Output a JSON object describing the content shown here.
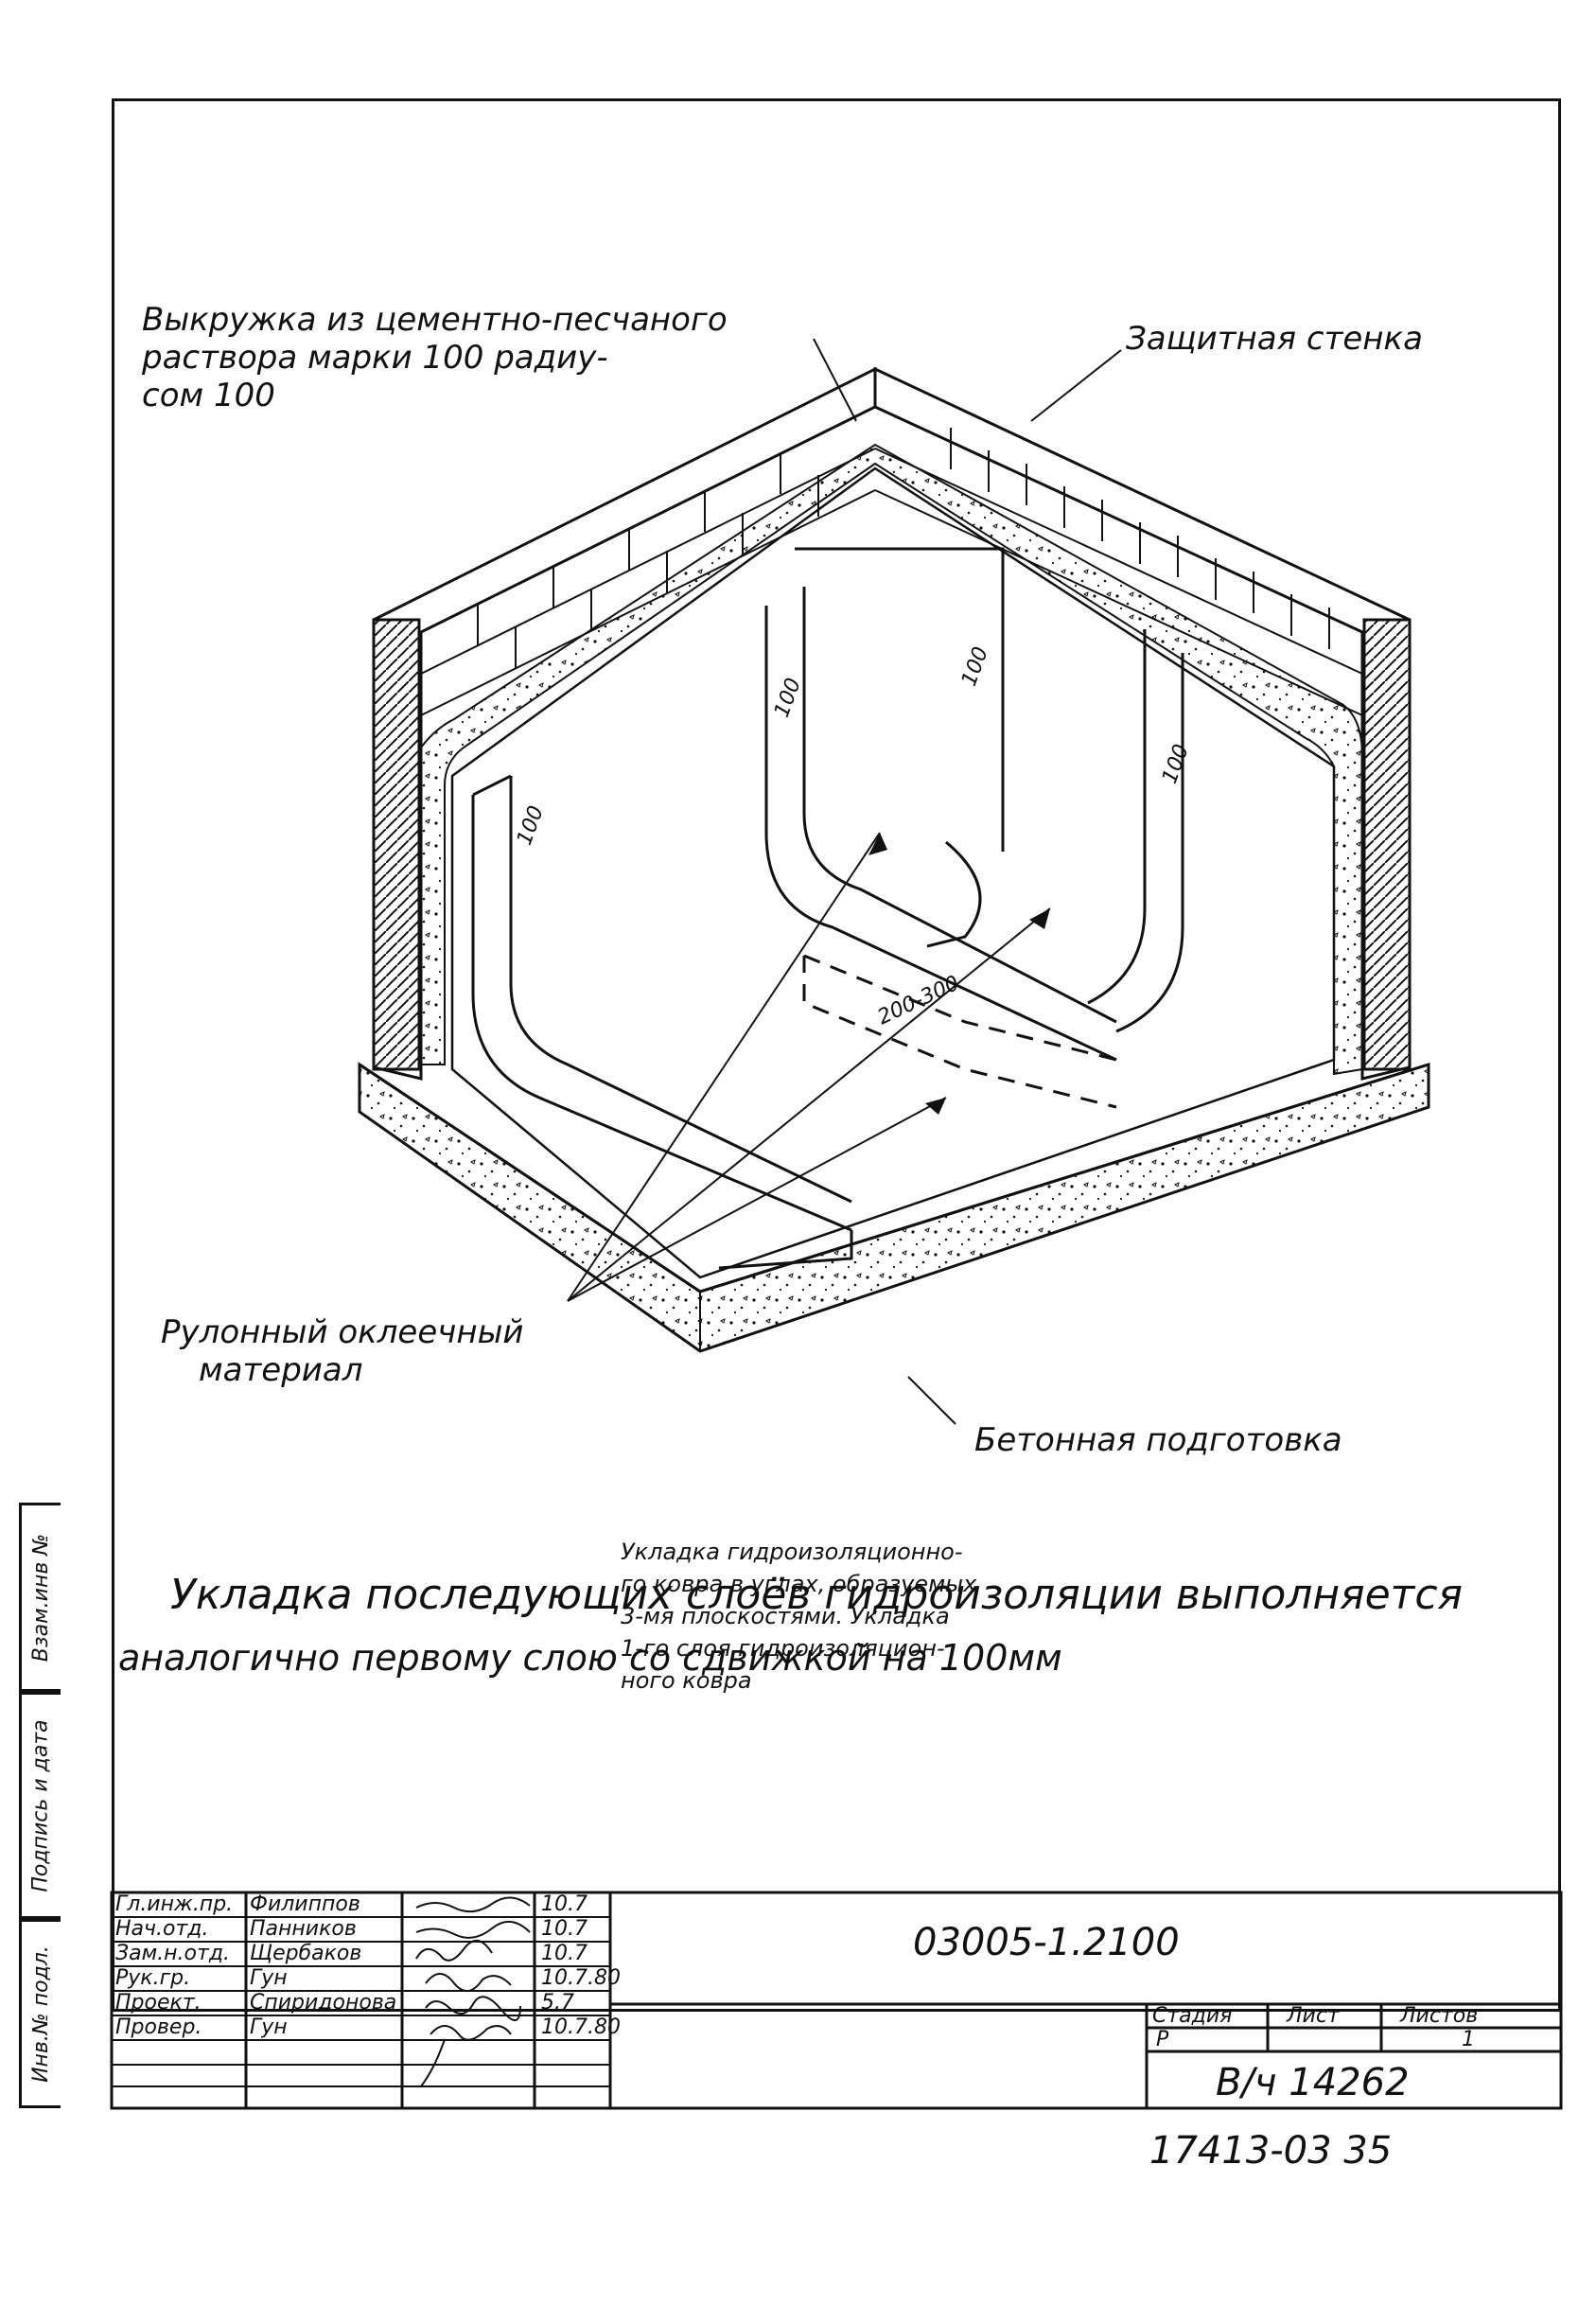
{
  "labels": {
    "fillet_line1": "Выкружка из цементно-песчаного",
    "fillet_line2": "раствора марки 100 радиу-",
    "fillet_line3": "сом 100",
    "protective_wall": "Защитная стенка",
    "roll_material_line1": "Рулонный оклеечный",
    "roll_material_line2": "материал",
    "concrete_base": "Бетонная подготовка"
  },
  "dimensions": {
    "d1": "100",
    "d2": "100",
    "d3": "100",
    "d4": "100",
    "overlap": "200-300"
  },
  "note": {
    "line1": "Укладка последующих слоёв гидроизоляции выполняется",
    "line2": "аналогично первому слою со сдвижкой на 100мм"
  },
  "side_strip": {
    "s1": "Взам.инв №",
    "s2": "Подпись и дата",
    "s3": "Инв.№ подл."
  },
  "title_block": {
    "rows": [
      {
        "role": "Гл.инж.пр.",
        "name": "Филиппов",
        "date": "10.7"
      },
      {
        "role": "Нач.отд.",
        "name": "Панников",
        "date": "10.7"
      },
      {
        "role": "Зам.н.отд.",
        "name": "Щербаков",
        "date": "10.7"
      },
      {
        "role": "Рук.гр.",
        "name": "Гун",
        "date": "10.7.80"
      },
      {
        "role": "Проект.",
        "name": "Спиридонова",
        "date": "5.7"
      },
      {
        "role": "Провер.",
        "name": "Гун",
        "date": "10.7.80"
      }
    ],
    "doc_code": "03005-1.2100",
    "description": [
      "Укладка гидроизоляционно-",
      "го ковра в углах, образуемых",
      "3-мя плоскостями. Укладка",
      "1-го слоя гидроизоляцион-",
      "ного ковра"
    ],
    "stage_header": "Стадия",
    "sheet_header": "Лист",
    "sheets_header": "Листов",
    "stage_value": "Р",
    "sheet_value": "",
    "sheets_value": "1",
    "org": "В/ч 14262"
  },
  "archive_number": "17413-03 35"
}
